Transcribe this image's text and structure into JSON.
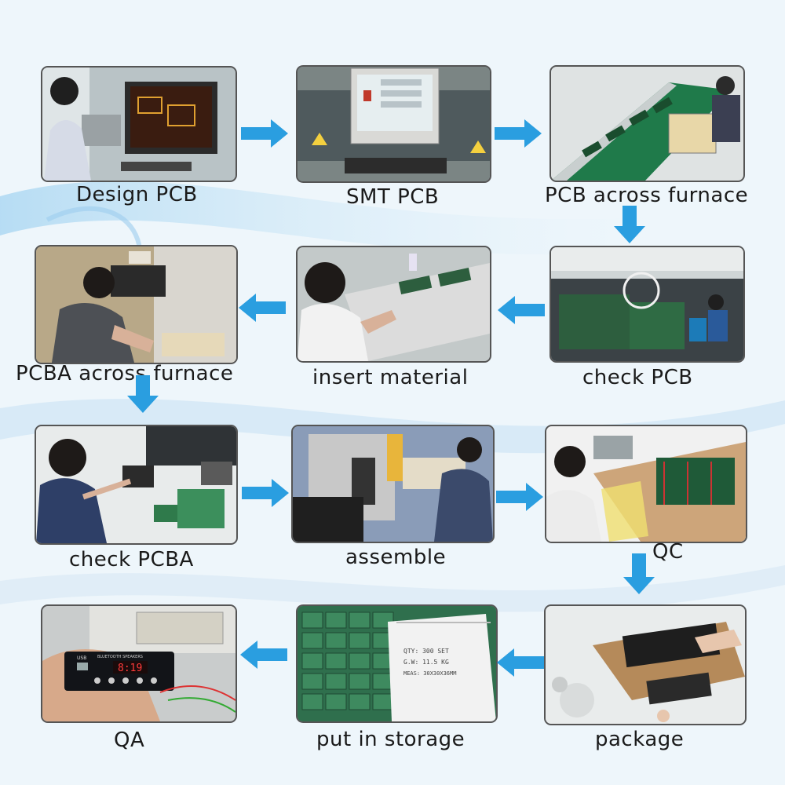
{
  "steps": [
    {
      "label": "Design PCB"
    },
    {
      "label": "SMT PCB"
    },
    {
      "label": "PCB across furnace"
    },
    {
      "label": "check PCB"
    },
    {
      "label": "insert material"
    },
    {
      "label": "PCBA across furnace"
    },
    {
      "label": "check PCBA"
    },
    {
      "label": "assemble"
    },
    {
      "label": "QC"
    },
    {
      "label": "package"
    },
    {
      "label": "put in storage"
    },
    {
      "label": "QA"
    }
  ],
  "photo_text": {
    "box_qty": "QTY: 300 SET",
    "box_gw": "G.W: 11.5 KG",
    "box_meas": "MEAS: 30X30X36MM",
    "module_usb": "USB",
    "module_brand": "BLUETOOTH SPEAKERS",
    "module_display": "8:19"
  },
  "colors": {
    "arrow": "#2a9ee0",
    "frame": "#555555",
    "background": "#eef6fb"
  }
}
